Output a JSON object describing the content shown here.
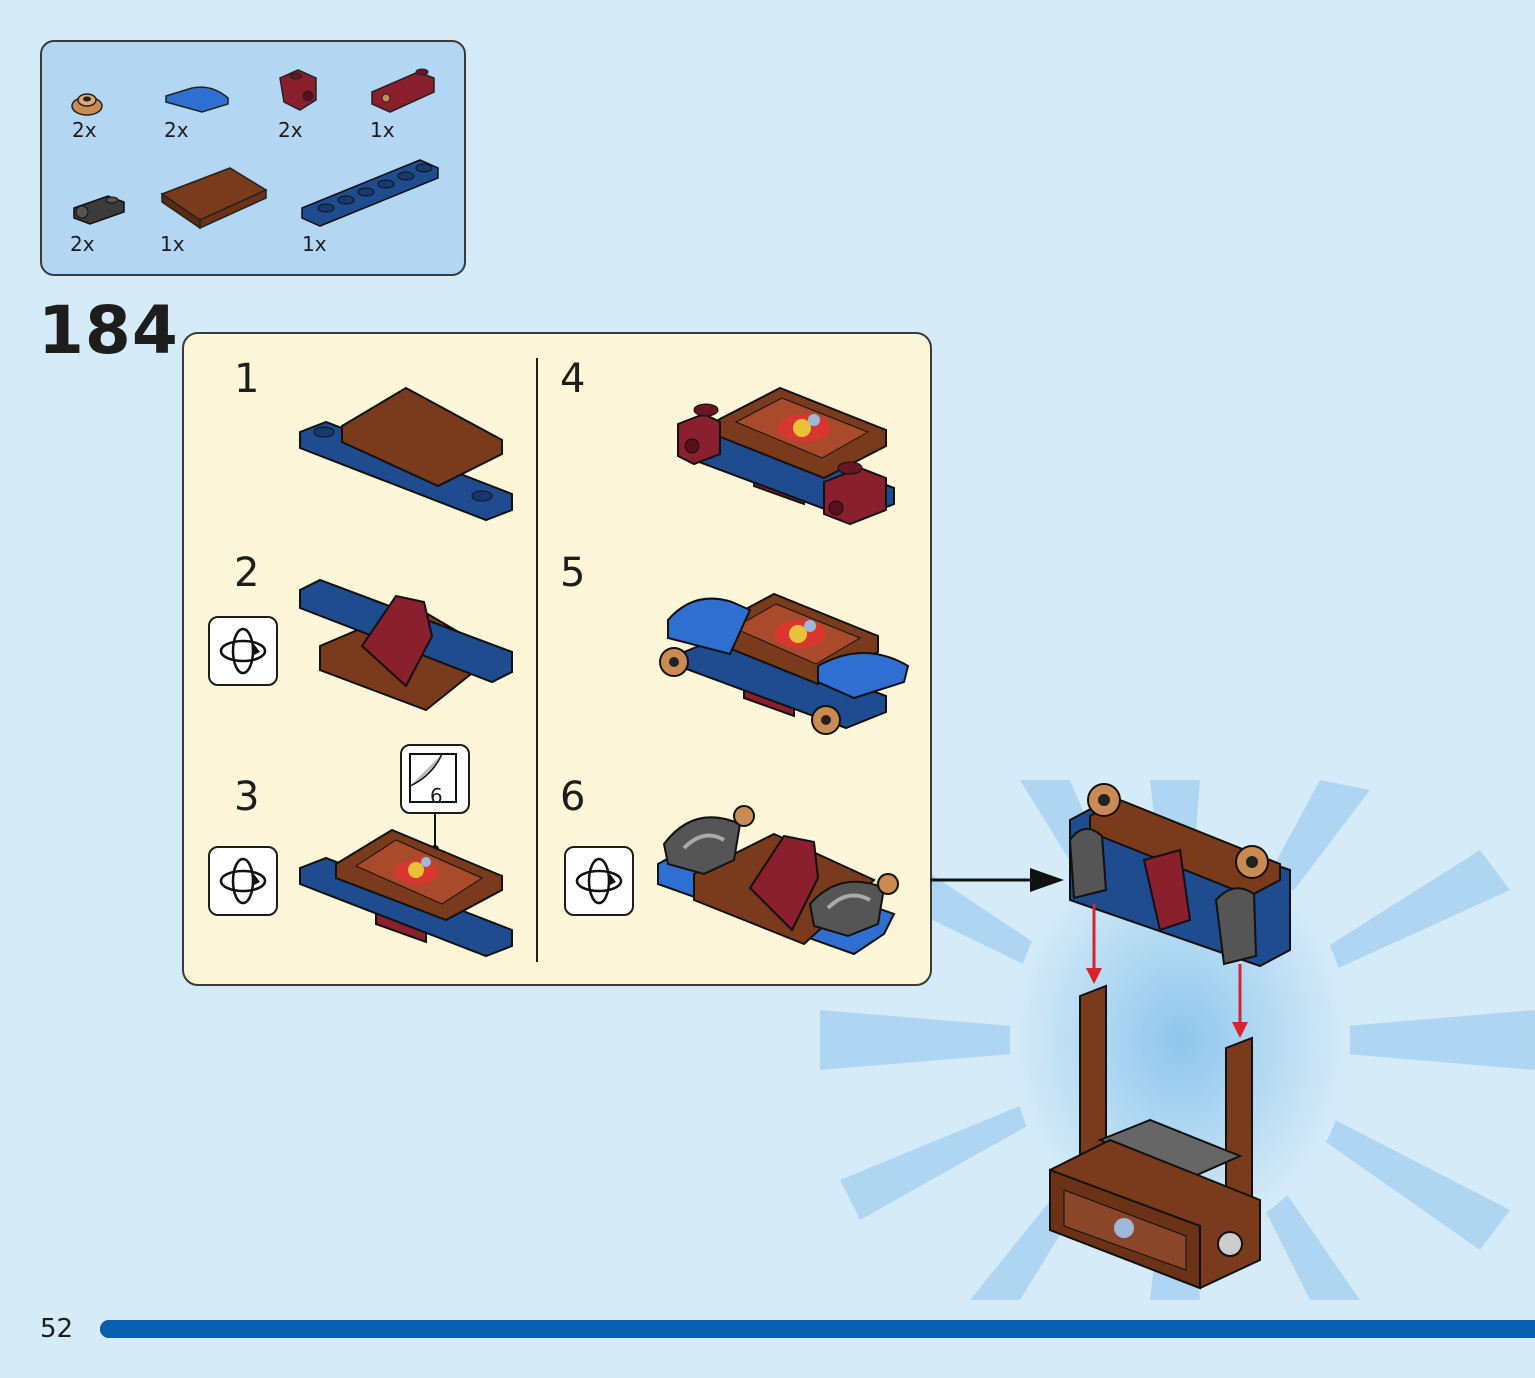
{
  "parts_list": {
    "items": [
      {
        "qty": "2x",
        "icon": "round-tan-plate-icon",
        "color": "#c98b52"
      },
      {
        "qty": "2x",
        "icon": "blue-curved-slope-icon",
        "color": "#2f6fd1"
      },
      {
        "qty": "2x",
        "icon": "darkred-bracket-icon",
        "color": "#8a1f2e"
      },
      {
        "qty": "1x",
        "icon": "darkred-bracket-plate-icon",
        "color": "#8a1f2e"
      },
      {
        "qty": "2x",
        "icon": "black-clip-plate-icon",
        "color": "#3b3b3b"
      },
      {
        "qty": "1x",
        "icon": "brown-tile-icon",
        "color": "#7a3a1c"
      },
      {
        "qty": "1x",
        "icon": "darkblue-plate-1x6-icon",
        "color": "#1f4b8f"
      }
    ]
  },
  "step": {
    "number": "184"
  },
  "substeps": [
    {
      "number": "1"
    },
    {
      "number": "2",
      "rotate": true
    },
    {
      "number": "3",
      "rotate": true,
      "sticker": "6"
    },
    {
      "number": "4"
    },
    {
      "number": "5"
    },
    {
      "number": "6",
      "rotate": true
    }
  ],
  "footer": {
    "page_number": "52",
    "progress": 1.0
  },
  "colors": {
    "background": "#d6ebf8",
    "panel": "#fdf6d8",
    "progress": "#0a5fb0"
  }
}
